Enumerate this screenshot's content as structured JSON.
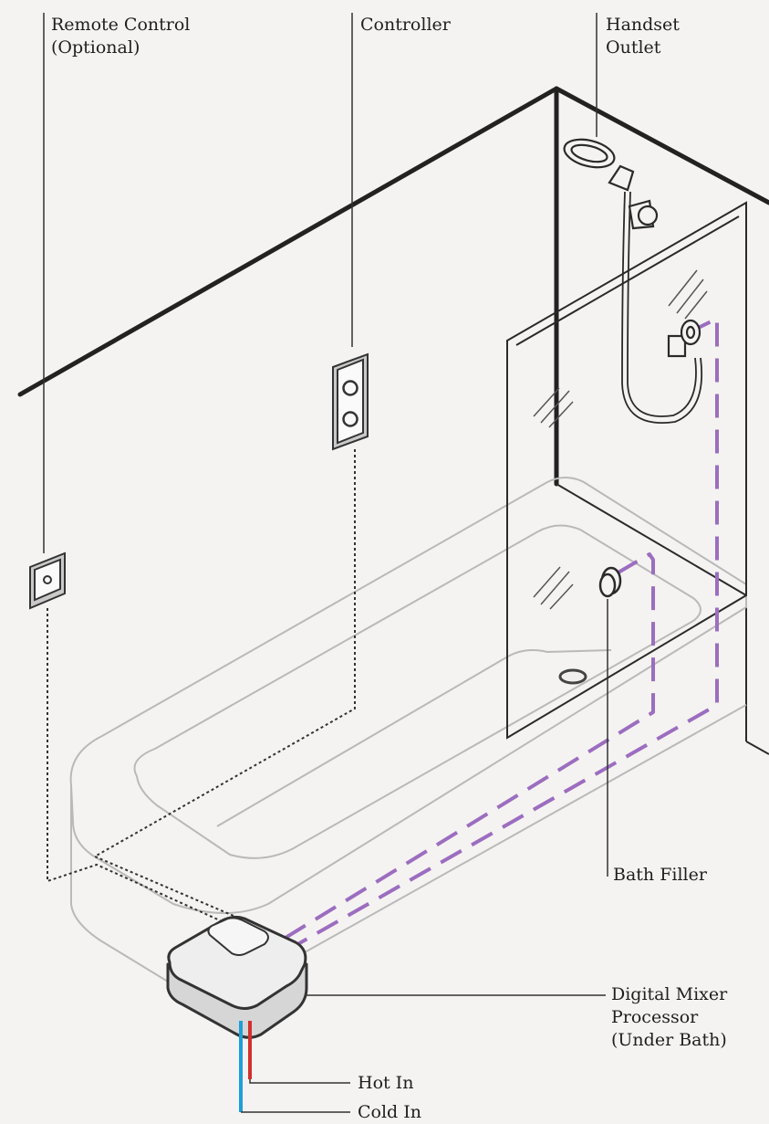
{
  "labels": {
    "remote_control": [
      "Remote Control",
      "(Optional)"
    ],
    "controller": [
      "Controller"
    ],
    "handset_outlet": [
      "Handset",
      "Outlet"
    ],
    "bath_filler": [
      "Bath Filler"
    ],
    "digital_mixer": [
      "Digital Mixer",
      "Processor",
      "(Under Bath)"
    ],
    "hot_in": [
      "Hot In"
    ],
    "cold_in": [
      "Cold In"
    ]
  },
  "colors": {
    "background": "#f4f3f1",
    "line": "#222222",
    "bath_outline": "#b9b9b9",
    "pipe_dash": "#9c6dc0",
    "hot_pipe": "#d0312d",
    "cold_pipe": "#1e9fd8"
  }
}
